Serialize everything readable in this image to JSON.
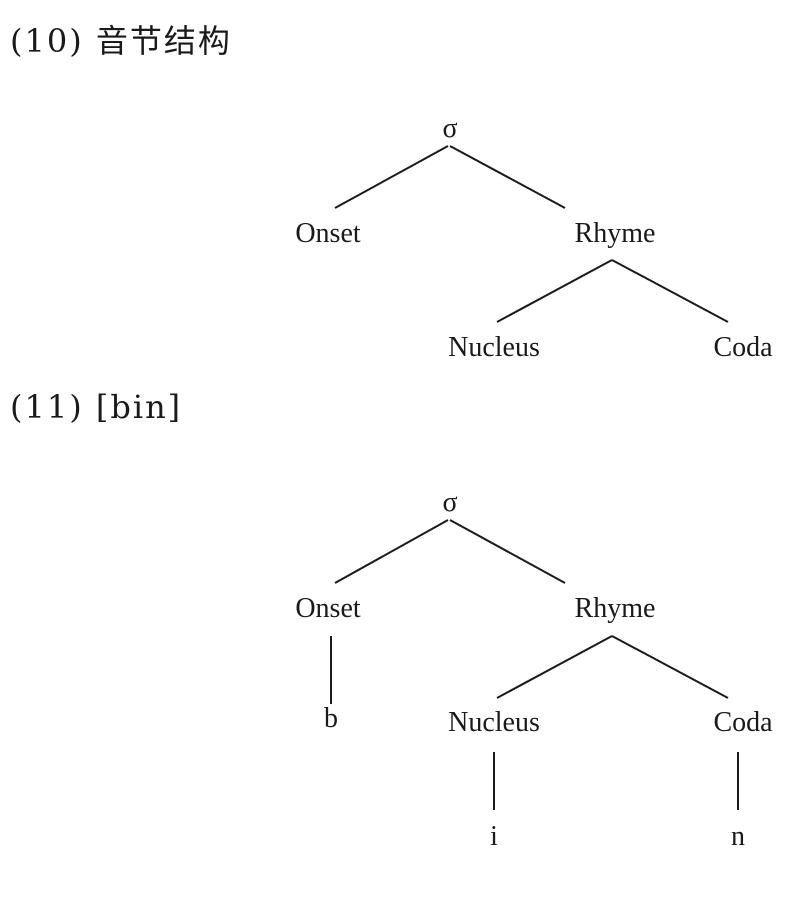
{
  "example10": {
    "label": "(10) 音节结构",
    "nodes": {
      "root": "σ",
      "onset": "Onset",
      "rhyme": "Rhyme",
      "nucleus": "Nucleus",
      "coda": "Coda"
    }
  },
  "example11": {
    "label": "(11) [bin]",
    "nodes": {
      "root": "σ",
      "onset": "Onset",
      "rhyme": "Rhyme",
      "nucleus": "Nucleus",
      "coda": "Coda",
      "onset_seg": "b",
      "nucleus_seg": "i",
      "coda_seg": "n"
    }
  }
}
